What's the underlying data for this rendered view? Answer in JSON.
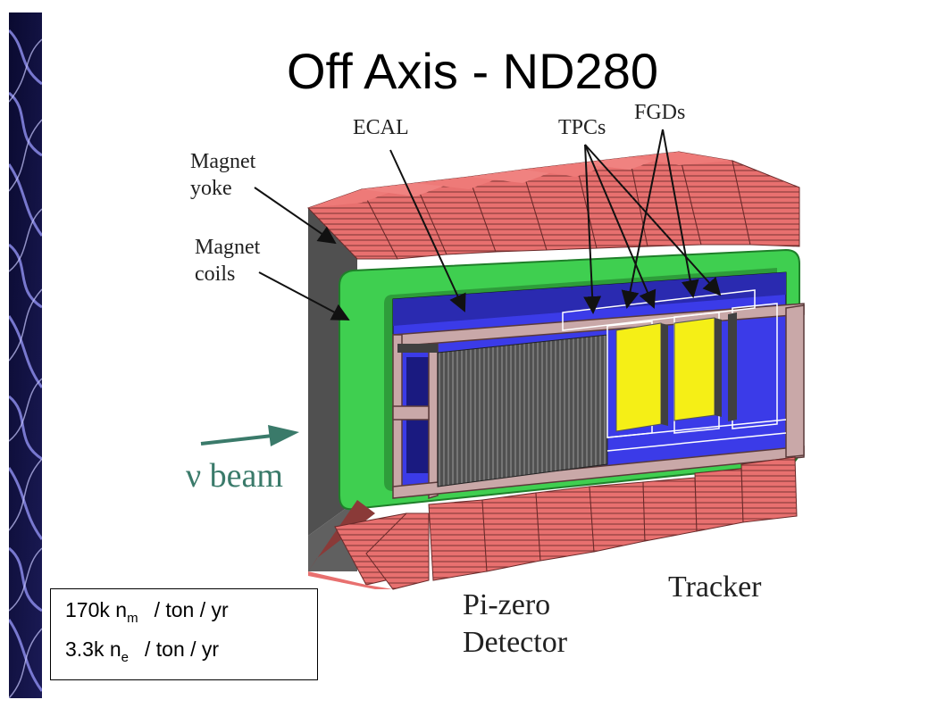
{
  "slide": {
    "title": "Off Axis - ND280"
  },
  "labels": {
    "ecal": "ECAL",
    "tpcs": "TPCs",
    "fgds": "FGDs",
    "magnet_yoke_1": "Magnet",
    "magnet_yoke_2": "yoke",
    "magnet_coils_1": "Magnet",
    "magnet_coils_2": "coils",
    "beam": "ν beam",
    "tracker": "Tracker",
    "pizero_1": "Pi-zero",
    "pizero_2": "Detector"
  },
  "rates": [
    {
      "value": "170k n",
      "sub": "m",
      "unit": "/ ton / yr"
    },
    {
      "value": "3.3k n",
      "sub": "e",
      "unit": "/ ton / yr"
    }
  ],
  "colors": {
    "yoke": "#e8706f",
    "yoke_dark": "#8a3a38",
    "coil": "#3fcf50",
    "ecal_blue": "#3b3be8",
    "frame": "#c9a8a8",
    "fgd": "#f5ef16",
    "beam_arrow": "#3a7a6a",
    "side_strip": "#20205a"
  }
}
